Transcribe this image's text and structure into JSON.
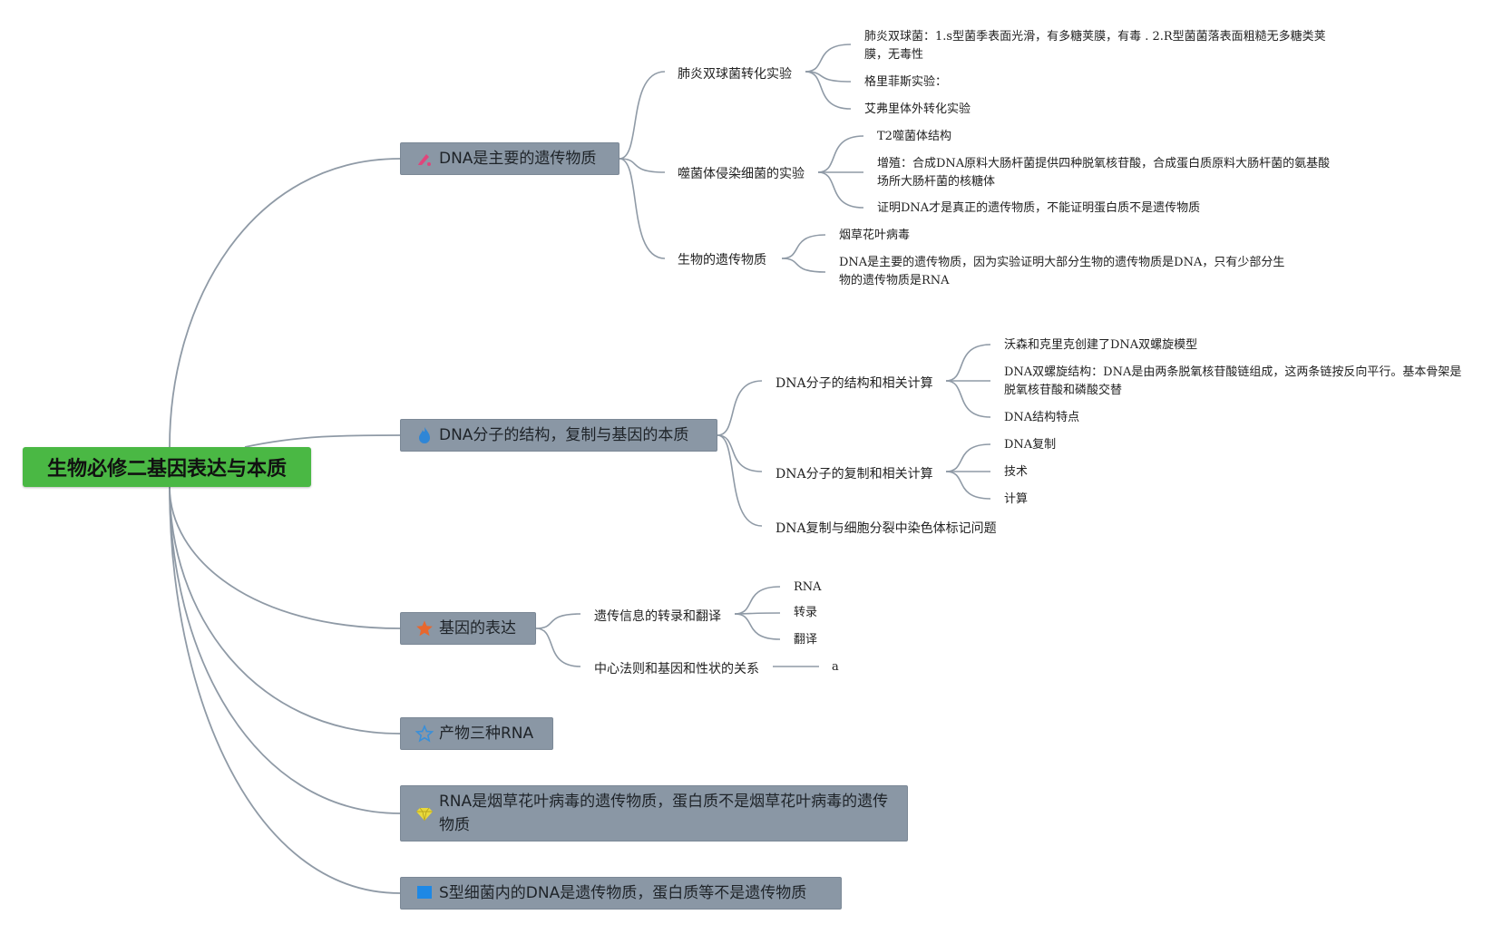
{
  "root": {
    "label": "生物必修二基因表达与本质",
    "color": "#4ab844"
  },
  "topics": [
    {
      "label": "DNA是主要的遗传物质",
      "icon": "pencil-icon",
      "icon_color": "#e0457b",
      "subtopics": [
        {
          "label": "肺炎双球菌转化实验",
          "children": [
            "肺炎双球菌：1.s型菌季表面光滑，有多糖荚膜，有毒 . 2.R型菌菌落表面粗糙无多糖类荚膜，无毒性",
            "格里菲斯实验：",
            "艾弗里体外转化实验"
          ]
        },
        {
          "label": "噬菌体侵染细菌的实验",
          "children": [
            "T2噬菌体结构",
            "增殖：合成DNA原料大肠杆菌提供四种脱氧核苷酸，合成蛋白质原料大肠杆菌的氨基酸场所大肠杆菌的核糖体",
            "证明DNA才是真正的遗传物质，不能证明蛋白质不是遗传物质"
          ]
        },
        {
          "label": "生物的遗传物质",
          "children": [
            "烟草花叶病毒",
            "DNA是主要的遗传物质，因为实验证明大部分生物的遗传物质是DNA，只有少部分生物的遗传物质是RNA"
          ]
        }
      ]
    },
    {
      "label": "DNA分子的结构，复制与基因的本质",
      "icon": "flame-icon",
      "icon_color": "#2f86d6",
      "subtopics": [
        {
          "label": "DNA分子的结构和相关计算",
          "children": [
            "沃森和克里克创建了DNA双螺旋模型",
            "DNA双螺旋结构：DNA是由两条脱氧核苷酸链组成，这两条链按反向平行。基本骨架是脱氧核苷酸和磷酸交替",
            "DNA结构特点"
          ]
        },
        {
          "label": "DNA分子的复制和相关计算",
          "children": [
            "DNA复制",
            "技术",
            "计算"
          ]
        },
        {
          "label": "DNA复制与细胞分裂中染色体标记问题",
          "children": []
        }
      ]
    },
    {
      "label": "基因的表达",
      "icon": "star-icon",
      "icon_color": "#e8672d",
      "subtopics": [
        {
          "label": "遗传信息的转录和翻译",
          "children": [
            "RNA",
            "转录",
            "翻译"
          ]
        },
        {
          "label": "中心法则和基因和性状的关系",
          "children": [
            "a"
          ]
        }
      ]
    },
    {
      "label": "产物三种RNA",
      "icon": "star-outline-icon",
      "icon_color": "#3a8fd8",
      "subtopics": []
    },
    {
      "label": "RNA是烟草花叶病毒的遗传物质，蛋白质不是烟草花叶病毒的遗传物质",
      "icon": "gem-icon",
      "icon_color": "#e9d93b",
      "subtopics": []
    },
    {
      "label": "S型细菌内的DNA是遗传物质，蛋白质等不是遗传物质",
      "icon": "flag-icon",
      "icon_color": "#1e88e5",
      "subtopics": []
    }
  ],
  "colors": {
    "line": "#8f9aa6",
    "topic_bg": "#8a97a5"
  }
}
